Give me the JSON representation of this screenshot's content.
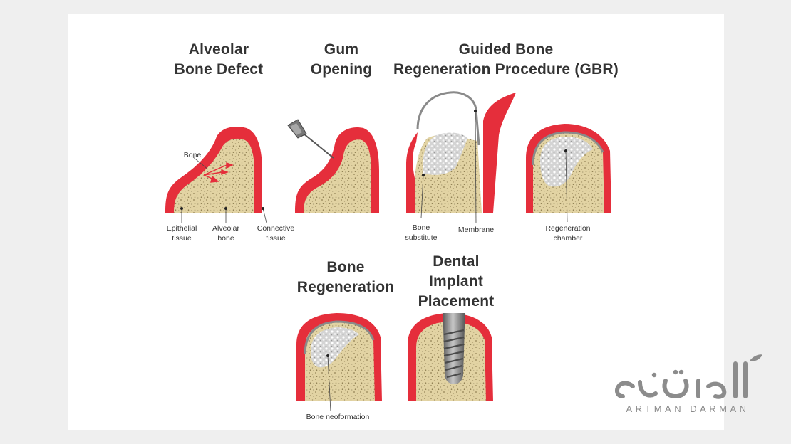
{
  "titles": {
    "alveolar_bone_defect": "Alveolar\nBone Defect",
    "gum_opening": "Gum\nOpening",
    "gbr": "Guided Bone\nRegeneration Procedure (GBR)",
    "bone_regeneration": "Bone\nRegeneration",
    "dental_implant_placement": "Dental\nImplant\nPlacement"
  },
  "labels": {
    "bone": "Bone",
    "epithelial_tissue": "Epithelial\ntissue",
    "alveolar_bone": "Alveolar\nbone",
    "connective_tissue": "Connective\ntissue",
    "bone_substitute": "Bone\nsubstitute",
    "membrane": "Membrane",
    "regeneration_chamber": "Regeneration\nchamber",
    "bone_neoformation": "Bone neoformation"
  },
  "watermark": {
    "latin": "ARTMAN DARMAN"
  },
  "colors": {
    "gum": "#e52e3b",
    "bone": "#e2d3a3",
    "bone_dots": "#8f7f52",
    "substitute": "#d9d9d9",
    "membrane": "#888888",
    "implant": "#8e8e8e",
    "text": "#333333"
  }
}
